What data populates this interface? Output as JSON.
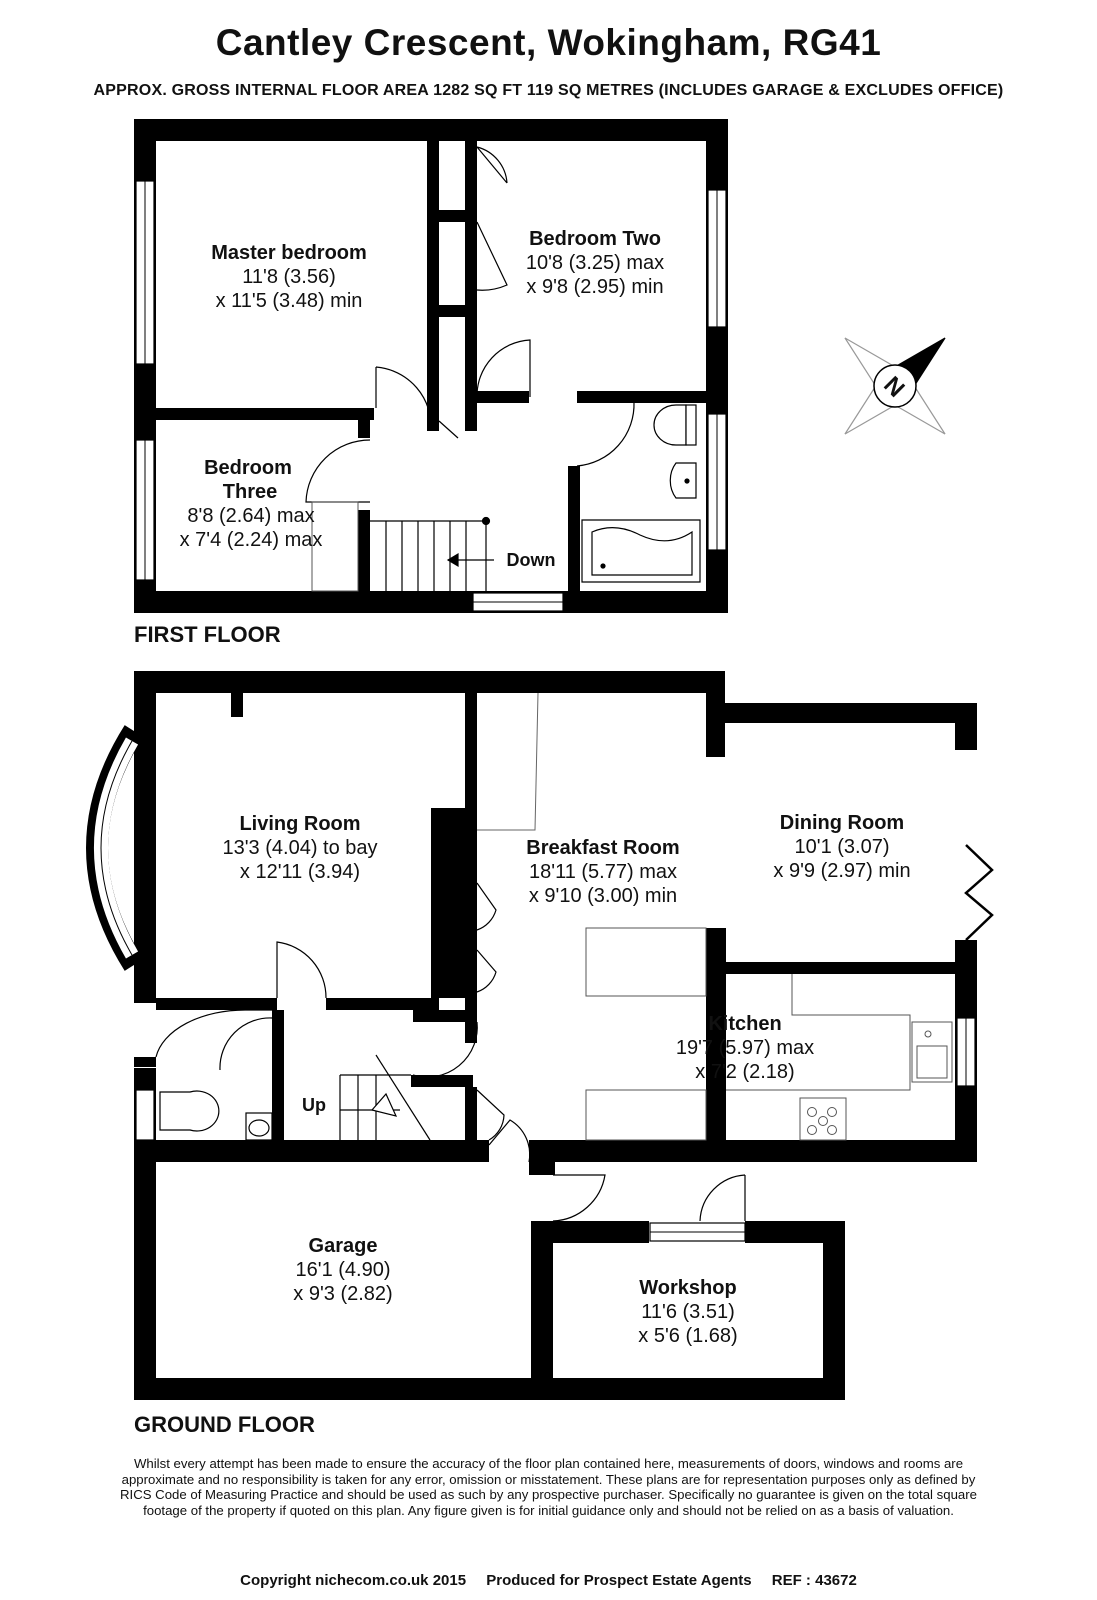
{
  "title": "Cantley Crescent, Wokingham, RG41",
  "subtitle": "APPROX. GROSS INTERNAL FLOOR AREA 1282 SQ FT 119 SQ METRES (INCLUDES GARAGE & EXCLUDES OFFICE)",
  "floors": {
    "first": "FIRST FLOOR",
    "ground": "GROUND FLOOR"
  },
  "rooms": {
    "master_bedroom": {
      "name": "Master bedroom",
      "dim1": "11'8 (3.56)",
      "dim2": "x 11'5 (3.48) min"
    },
    "bedroom_two": {
      "name": "Bedroom Two",
      "dim1": "10'8 (3.25) max",
      "dim2": "x 9'8 (2.95) min"
    },
    "bedroom_three": {
      "name1": "Bedroom",
      "name2": "Three",
      "dim1": "8'8 (2.64) max",
      "dim2": "x 7'4 (2.24) max"
    },
    "living_room": {
      "name": "Living Room",
      "dim1": "13'3 (4.04) to bay",
      "dim2": "x 12'11 (3.94)"
    },
    "breakfast_room": {
      "name": "Breakfast Room",
      "dim1": "18'11 (5.77) max",
      "dim2": "x 9'10 (3.00) min"
    },
    "dining_room": {
      "name": "Dining Room",
      "dim1": "10'1 (3.07)",
      "dim2": "x 9'9 (2.97) min"
    },
    "kitchen": {
      "name": "Kitchen",
      "dim1": "19'7 (5.97) max",
      "dim2": "x 7'2 (2.18)"
    },
    "garage": {
      "name": "Garage",
      "dim1": "16'1 (4.90)",
      "dim2": "x 9'3 (2.82)"
    },
    "workshop": {
      "name": "Workshop",
      "dim1": "11'6 (3.51)",
      "dim2": "x 5'6 (1.68)"
    }
  },
  "stairs": {
    "down": "Down",
    "up": "Up"
  },
  "compass": {
    "letter": "N"
  },
  "disclaimer": "Whilst every attempt has been made to ensure the accuracy of the floor plan contained here, measurements of doors, windows and rooms are approximate and no responsibility is taken for any error, omission or misstatement. These plans are for representation purposes only as defined by RICS Code of Measuring Practice and should be used as such by any prospective purchaser. Specifically no guarantee is given on the total square footage of the property if quoted on this plan. Any figure given is for initial guidance only and should not be relied on as a basis of valuation.",
  "footer": {
    "copyright": "Copyright nichecom.co.uk 2015",
    "produced": "Produced for Prospect Estate Agents",
    "ref": "REF : 43672"
  },
  "colors": {
    "wall": "#000000",
    "line": "#222222",
    "window": "#ffffff"
  }
}
